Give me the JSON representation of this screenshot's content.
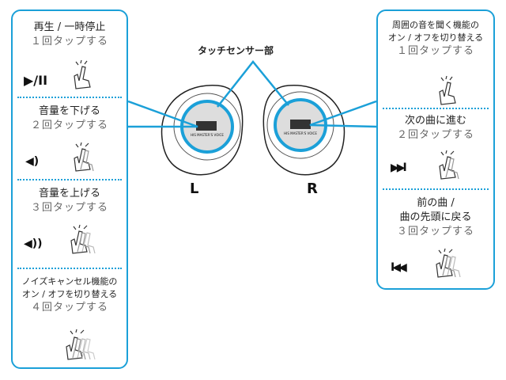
{
  "title": "タッチセンサー部",
  "left_label": "L",
  "right_label": "R",
  "left": [
    {
      "action": "再生 / 一時停止",
      "count": "１回タップする",
      "symbol": "play-pause",
      "symbol_text": "▶/II",
      "taps": 1
    },
    {
      "action": "音量を下げる",
      "count": "２回タップする",
      "symbol": "volume-down",
      "symbol_text": "◀)",
      "taps": 2
    },
    {
      "action": "音量を上げる",
      "count": "３回タップする",
      "symbol": "volume-up",
      "symbol_text": "◀))",
      "taps": 3
    },
    {
      "action_line1": "ノイズキャンセル機能の",
      "action_line2": "オン / オフを切り替える",
      "count": "４回タップする",
      "taps": 4
    }
  ],
  "right": [
    {
      "action_line1": "周囲の音を聞く機能の",
      "action_line2": "オン / オフを切り替える",
      "count": "１回タップする",
      "taps": 1
    },
    {
      "action": "次の曲に進む",
      "count": "２回タップする",
      "symbol": "next-track",
      "symbol_text": "▶▶I",
      "taps": 2
    },
    {
      "action_line1": "前の曲 /",
      "action_line2": "曲の先頭に戻る",
      "count": "３回タップする",
      "symbol": "previous-track",
      "symbol_text": "I◀◀",
      "taps": 3
    }
  ],
  "colors": {
    "accent": "#1ba0d8"
  }
}
